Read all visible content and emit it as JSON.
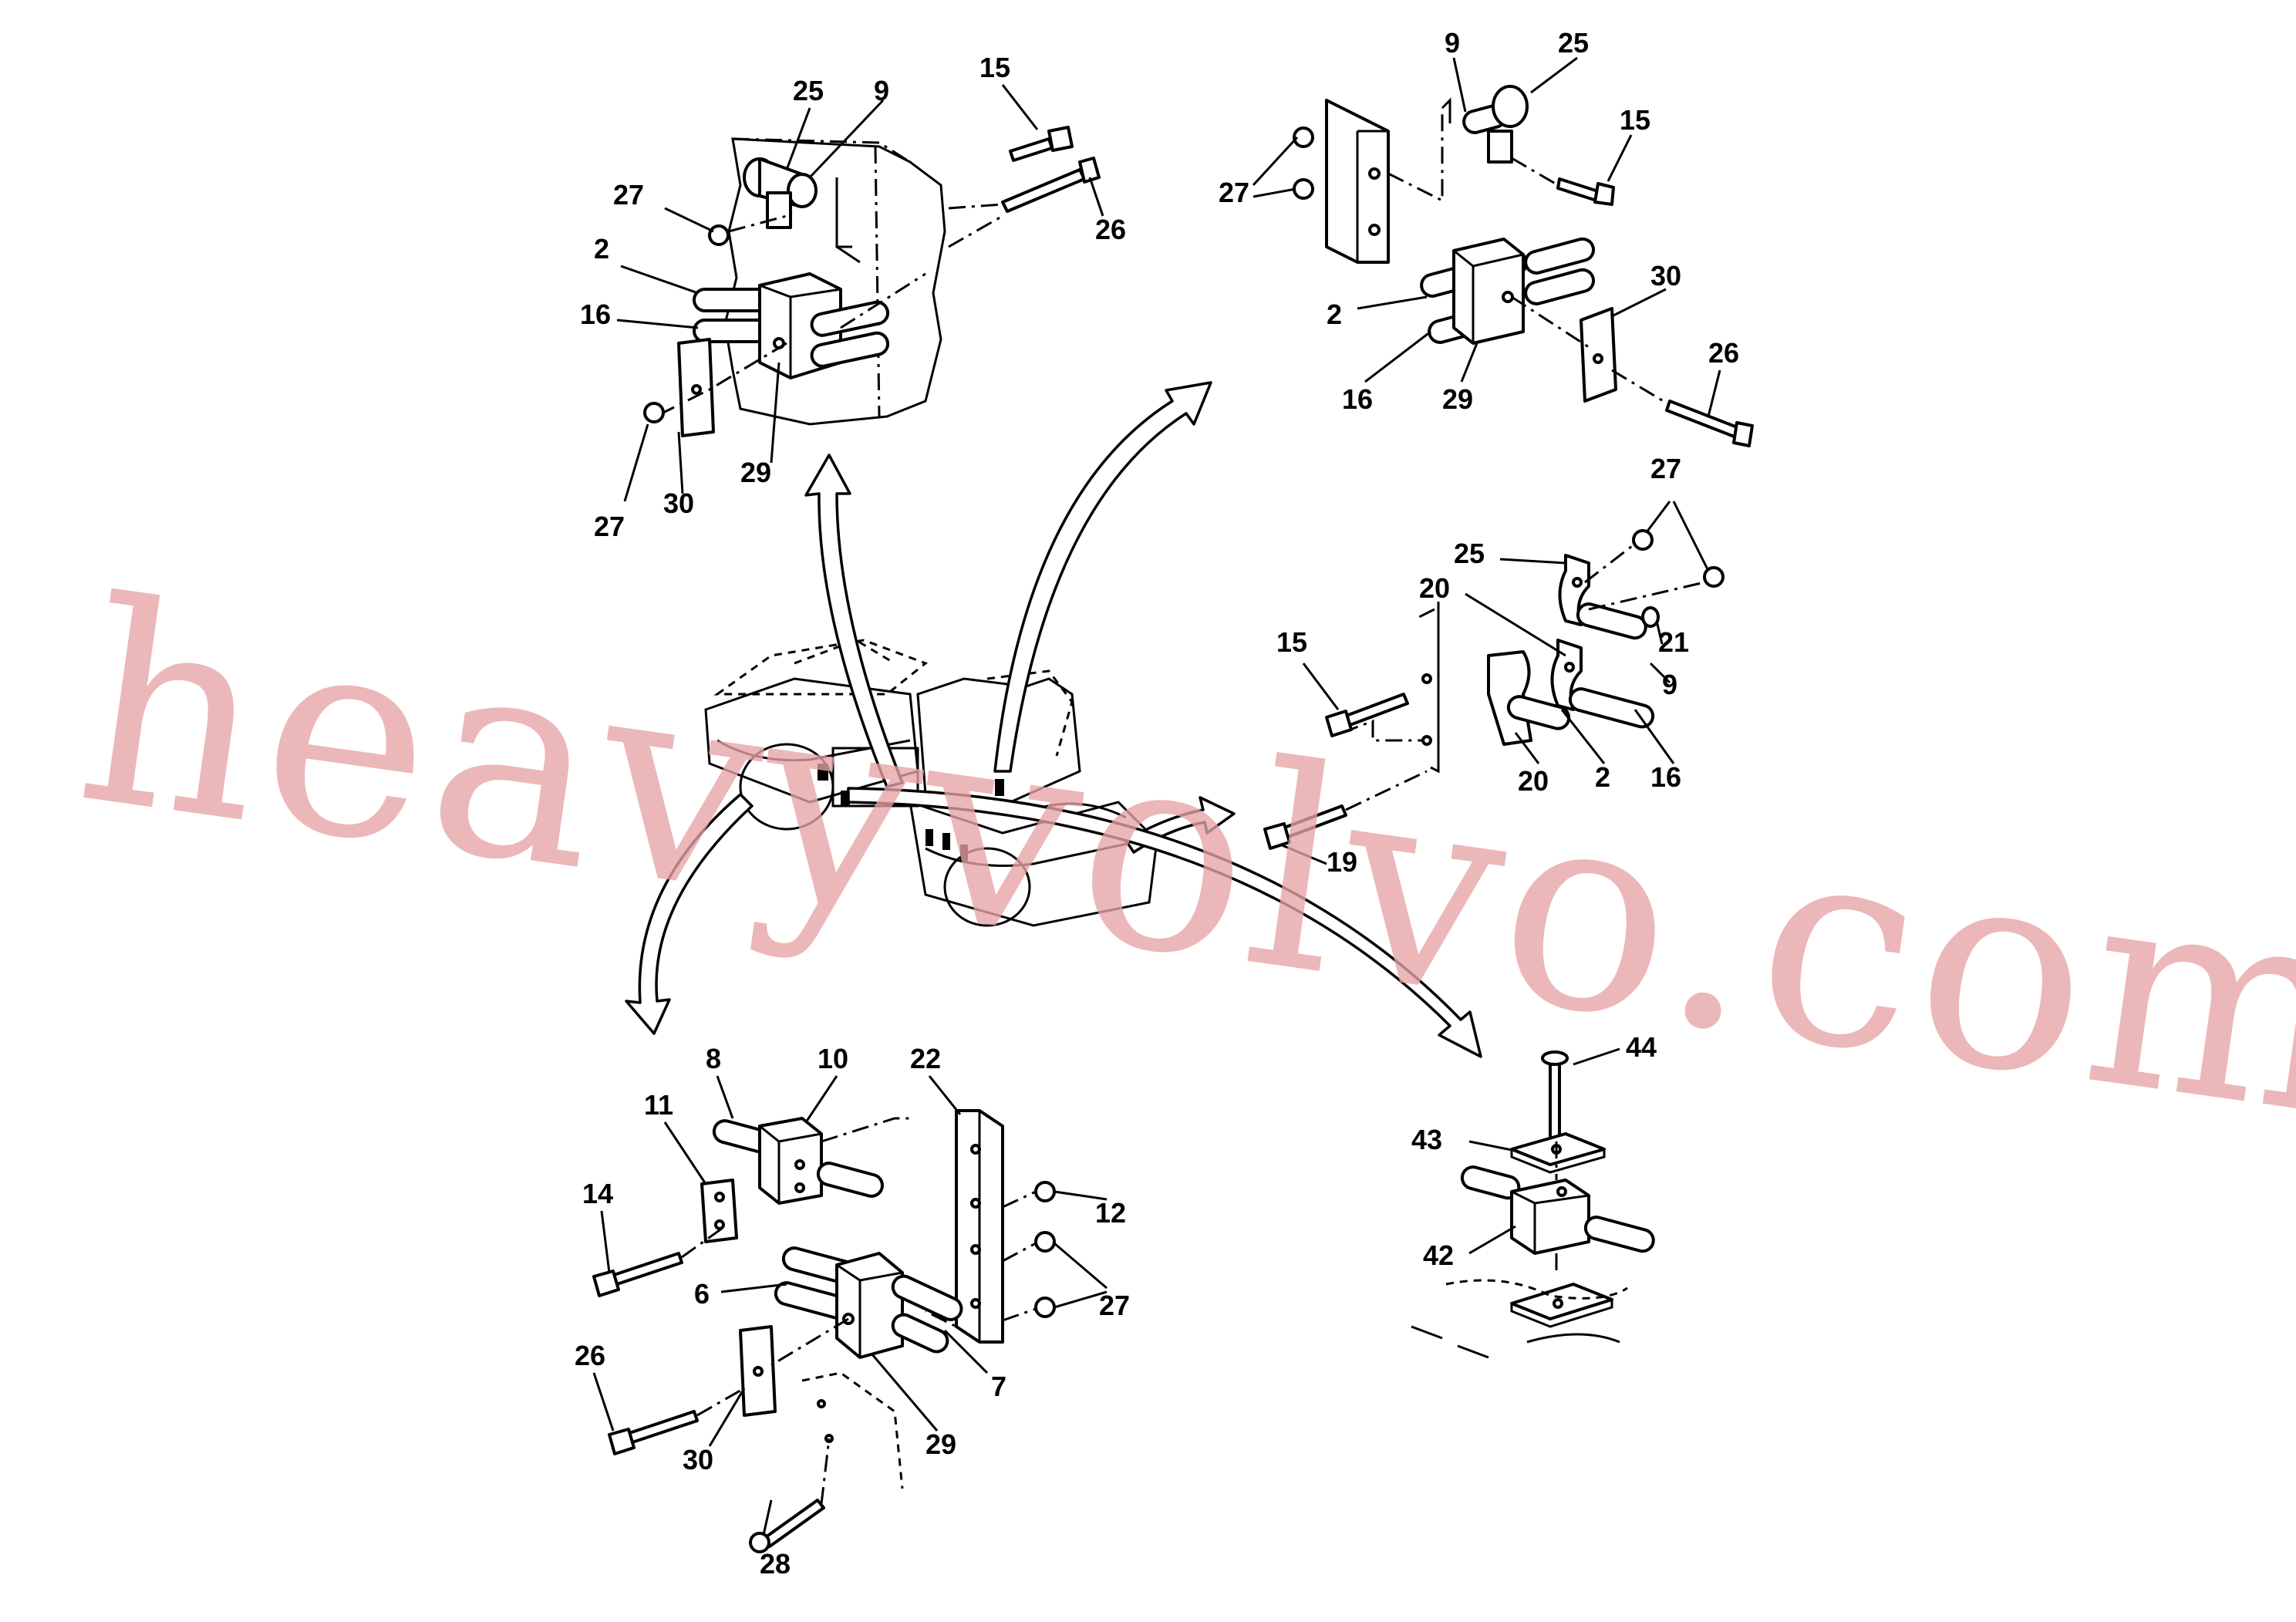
{
  "watermark": "heavyvolvo.com",
  "colors": {
    "watermark": "#e7a3a6",
    "line": "#000000",
    "background": "#ffffff"
  },
  "callouts": {
    "tl_25": "25",
    "tl_9": "9",
    "tl_15": "15",
    "tl_27a": "27",
    "tl_26": "26",
    "tl_2": "2",
    "tl_16": "16",
    "tl_27b": "27",
    "tl_30": "30",
    "tl_29": "29",
    "tr_9": "9",
    "tr_25": "25",
    "tr_15": "15",
    "tr_27": "27",
    "tr_30": "30",
    "tr_2": "2",
    "tr_26": "26",
    "tr_16": "16",
    "tr_29": "29",
    "mr_27": "27",
    "mr_25": "25",
    "mr_20a": "20",
    "mr_21": "21",
    "mr_15": "15",
    "mr_9": "9",
    "mr_20b": "20",
    "mr_2": "2",
    "mr_16": "16",
    "mr_19": "19",
    "bl_8": "8",
    "bl_10": "10",
    "bl_22": "22",
    "bl_11": "11",
    "bl_14": "14",
    "bl_12": "12",
    "bl_27": "27",
    "bl_6": "6",
    "bl_7": "7",
    "bl_26": "26",
    "bl_30": "30",
    "bl_29": "29",
    "bl_28": "28",
    "br_44": "44",
    "br_43": "43",
    "br_42": "42"
  }
}
